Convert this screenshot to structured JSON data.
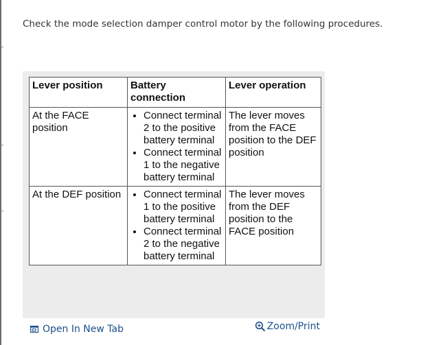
{
  "intro": "Check the mode selection damper control motor by the following procedures.",
  "table": {
    "headers": [
      "Lever position",
      "Battery connection",
      "Lever operation"
    ],
    "rows": [
      {
        "position": "At the FACE position",
        "connections": [
          "Connect terminal 2 to the positive battery terminal",
          "Connect terminal 1 to the negative battery terminal"
        ],
        "operation": "The lever moves from the FACE position to the DEF position"
      },
      {
        "position": "At the DEF position",
        "connections": [
          "Connect terminal 1 to the positive battery terminal",
          "Connect terminal 2 to the negative battery terminal"
        ],
        "operation": "The lever moves from the DEF position to the FACE position"
      }
    ]
  },
  "footer": {
    "open_tab": "Open In New Tab",
    "zoom": "Zoom/Print"
  },
  "colors": {
    "link": "#1a4f8b",
    "frame": "#ececec",
    "border": "#555555"
  },
  "icons": {
    "open_tab": "open-new-tab-icon",
    "zoom": "zoom-icon"
  }
}
